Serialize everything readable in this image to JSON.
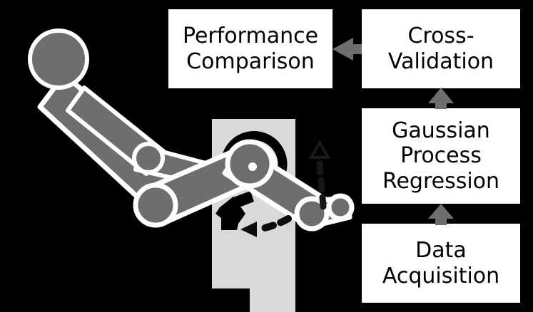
{
  "diagram": {
    "title": "Gaussian Process Regression rehabilitation device workflow",
    "background_color": "#000000",
    "boxes": [
      {
        "id": "performance",
        "label": "Performance\nComparison",
        "fill": "#ffffff",
        "text_color": "#000000"
      },
      {
        "id": "crossval",
        "label": "Cross-\nValidation",
        "fill": "#ffffff",
        "text_color": "#000000"
      },
      {
        "id": "gpr",
        "label": "Gaussian\nProcess\nRegression",
        "fill": "#ffffff",
        "text_color": "#000000"
      },
      {
        "id": "dataacq",
        "label": "Data\nAcquisition",
        "fill": "#ffffff",
        "text_color": "#000000"
      }
    ],
    "arrows": [
      {
        "id": "dataacq-to-gpr",
        "direction": "up",
        "color": "#6e6e6e",
        "style": "solid"
      },
      {
        "id": "gpr-to-crossval",
        "direction": "up",
        "color": "#6e6e6e",
        "style": "solid"
      },
      {
        "id": "crossval-to-performance",
        "direction": "left",
        "color": "#6e6e6e",
        "style": "solid"
      },
      {
        "id": "knee-extension-motion",
        "direction": "up",
        "color": "#1a1a1a",
        "style": "dashed-hollow-head"
      },
      {
        "id": "lever-reaction-motion",
        "direction": "left",
        "color": "#0d0d0d",
        "style": "dashed-solid-head"
      }
    ],
    "illustration": {
      "name": "seated-leg-extension-machine",
      "figure_fill": "#6e6e6e",
      "figure_outline": "#ffffff",
      "machine_panel_fill": "#d9d9d9",
      "joint_marker_color": "#ffffff",
      "joint_arc_color": "#000000",
      "parts": [
        "head",
        "torso",
        "upper-arm",
        "forearm",
        "thigh",
        "shank",
        "foot",
        "knee-joint",
        "machine-panel",
        "machine-lever"
      ]
    },
    "colors": {
      "background": "#000000",
      "box_fill": "#ffffff",
      "box_text": "#000000",
      "arrow_gray": "#6e6e6e",
      "figure_gray": "#6e6e6e",
      "panel_gray": "#d9d9d9",
      "outline_white": "#ffffff"
    }
  }
}
